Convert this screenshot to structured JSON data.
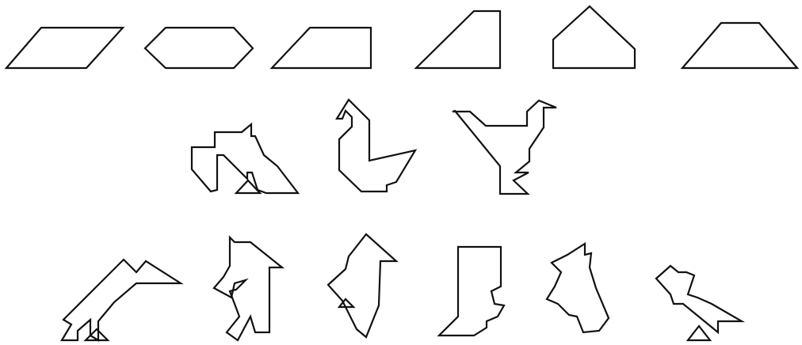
{
  "figure": {
    "background": "#ffffff",
    "stroke_color": "#111111",
    "rows": [
      {
        "name": "basic-shapes",
        "items": [
          "parallelogram",
          "hexagon",
          "right-trapezoid",
          "right-trapezoid-tall",
          "pentagon-house",
          "isosceles-trapezoid"
        ]
      },
      {
        "name": "bird-figures-middle",
        "items": [
          "bird-flying",
          "swan",
          "bird-standing"
        ]
      },
      {
        "name": "bird-figures-bottom",
        "items": [
          "bird-long-neck",
          "bird-crest-1",
          "bird-crest-2",
          "boot-figure",
          "bird-crest-3",
          "bird-perched"
        ]
      }
    ]
  }
}
